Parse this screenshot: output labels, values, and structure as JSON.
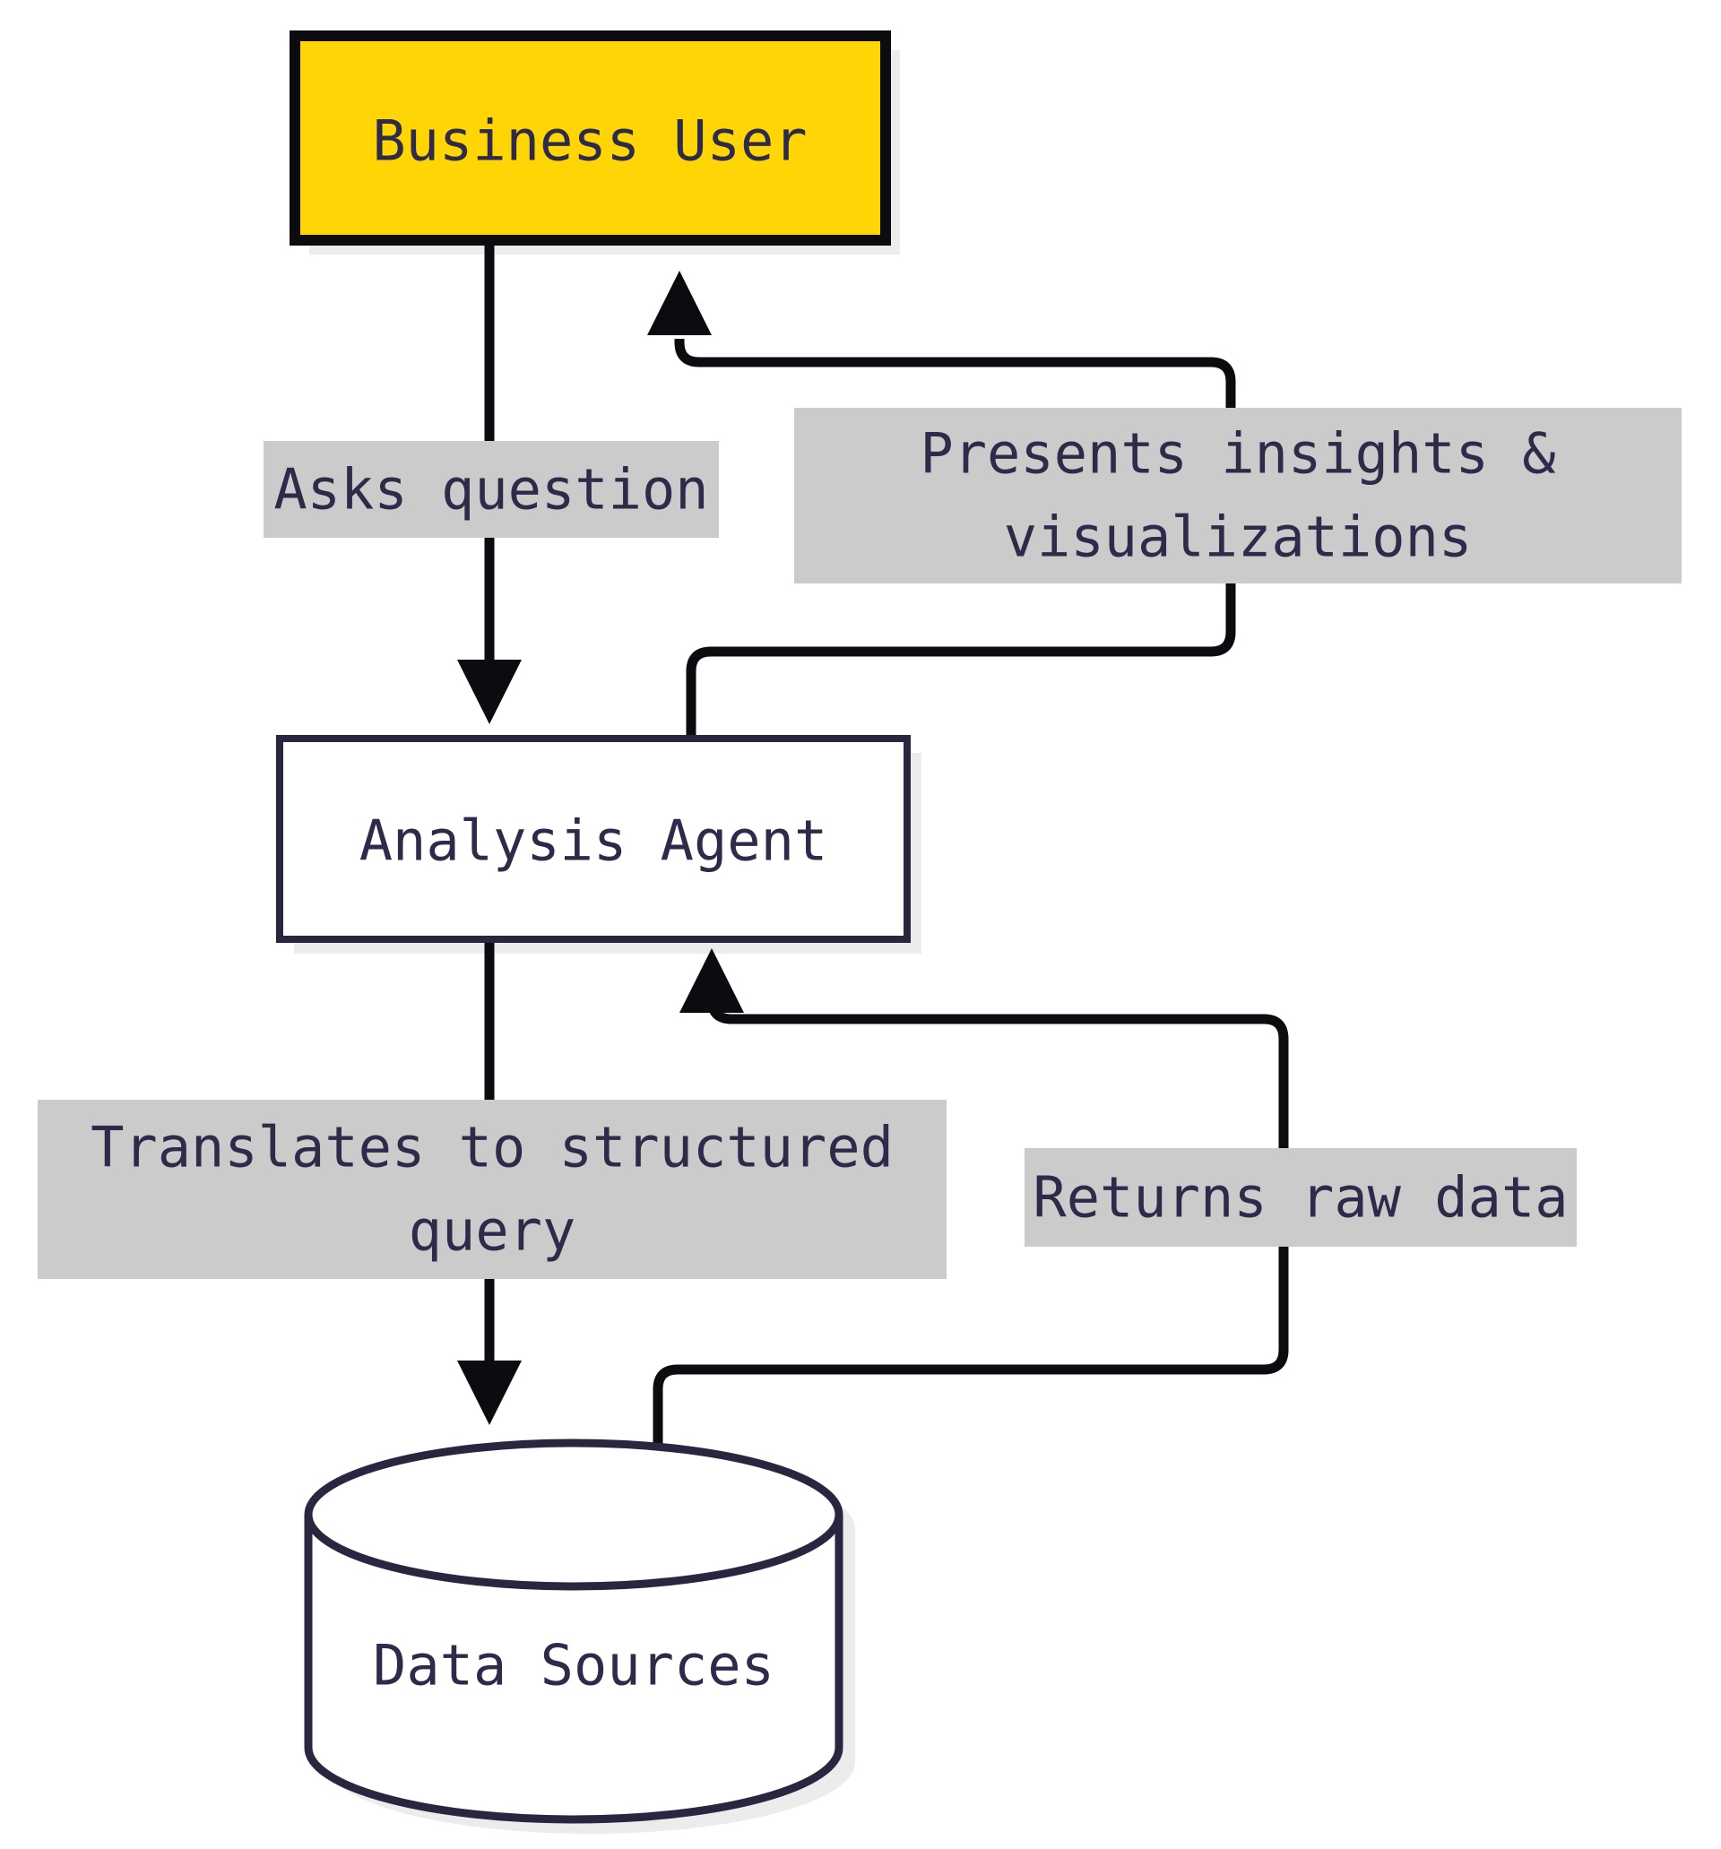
{
  "flowchart": {
    "description": "Flow diagram of a business user interacting with an analysis agent over data sources",
    "nodes": {
      "business_user": {
        "label": "Business User",
        "shape": "rectangle"
      },
      "analysis_agent": {
        "label": "Analysis Agent",
        "shape": "rectangle"
      },
      "data_sources": {
        "label": "Data Sources",
        "shape": "cylinder"
      }
    },
    "edges": {
      "asks_question": {
        "from": "Business User",
        "to": "Analysis Agent",
        "label": "Asks question"
      },
      "presents_insights": {
        "from": "Analysis Agent",
        "to": "Business User",
        "label": "Presents insights & visualizations",
        "line1": "Presents insights &",
        "line2": "visualizations"
      },
      "translates_query": {
        "from": "Analysis Agent",
        "to": "Data Sources",
        "label": "Translates to structured query",
        "line1": "Translates to structured",
        "line2": "query"
      },
      "returns_raw_data": {
        "from": "Data Sources",
        "to": "Analysis Agent",
        "label": "Returns raw data"
      }
    },
    "colors": {
      "background": "#FFFFFF",
      "business_user_fill": "#FFD505",
      "business_user_border": "#0C0B10",
      "node_fill": "#FFFFFF",
      "node_border": "#2A2640",
      "text": "#2E2A4A",
      "edge_line": "#0C0B10",
      "edge_label_bg": "#CBCBCB",
      "shadow": "#ECECEC"
    }
  }
}
